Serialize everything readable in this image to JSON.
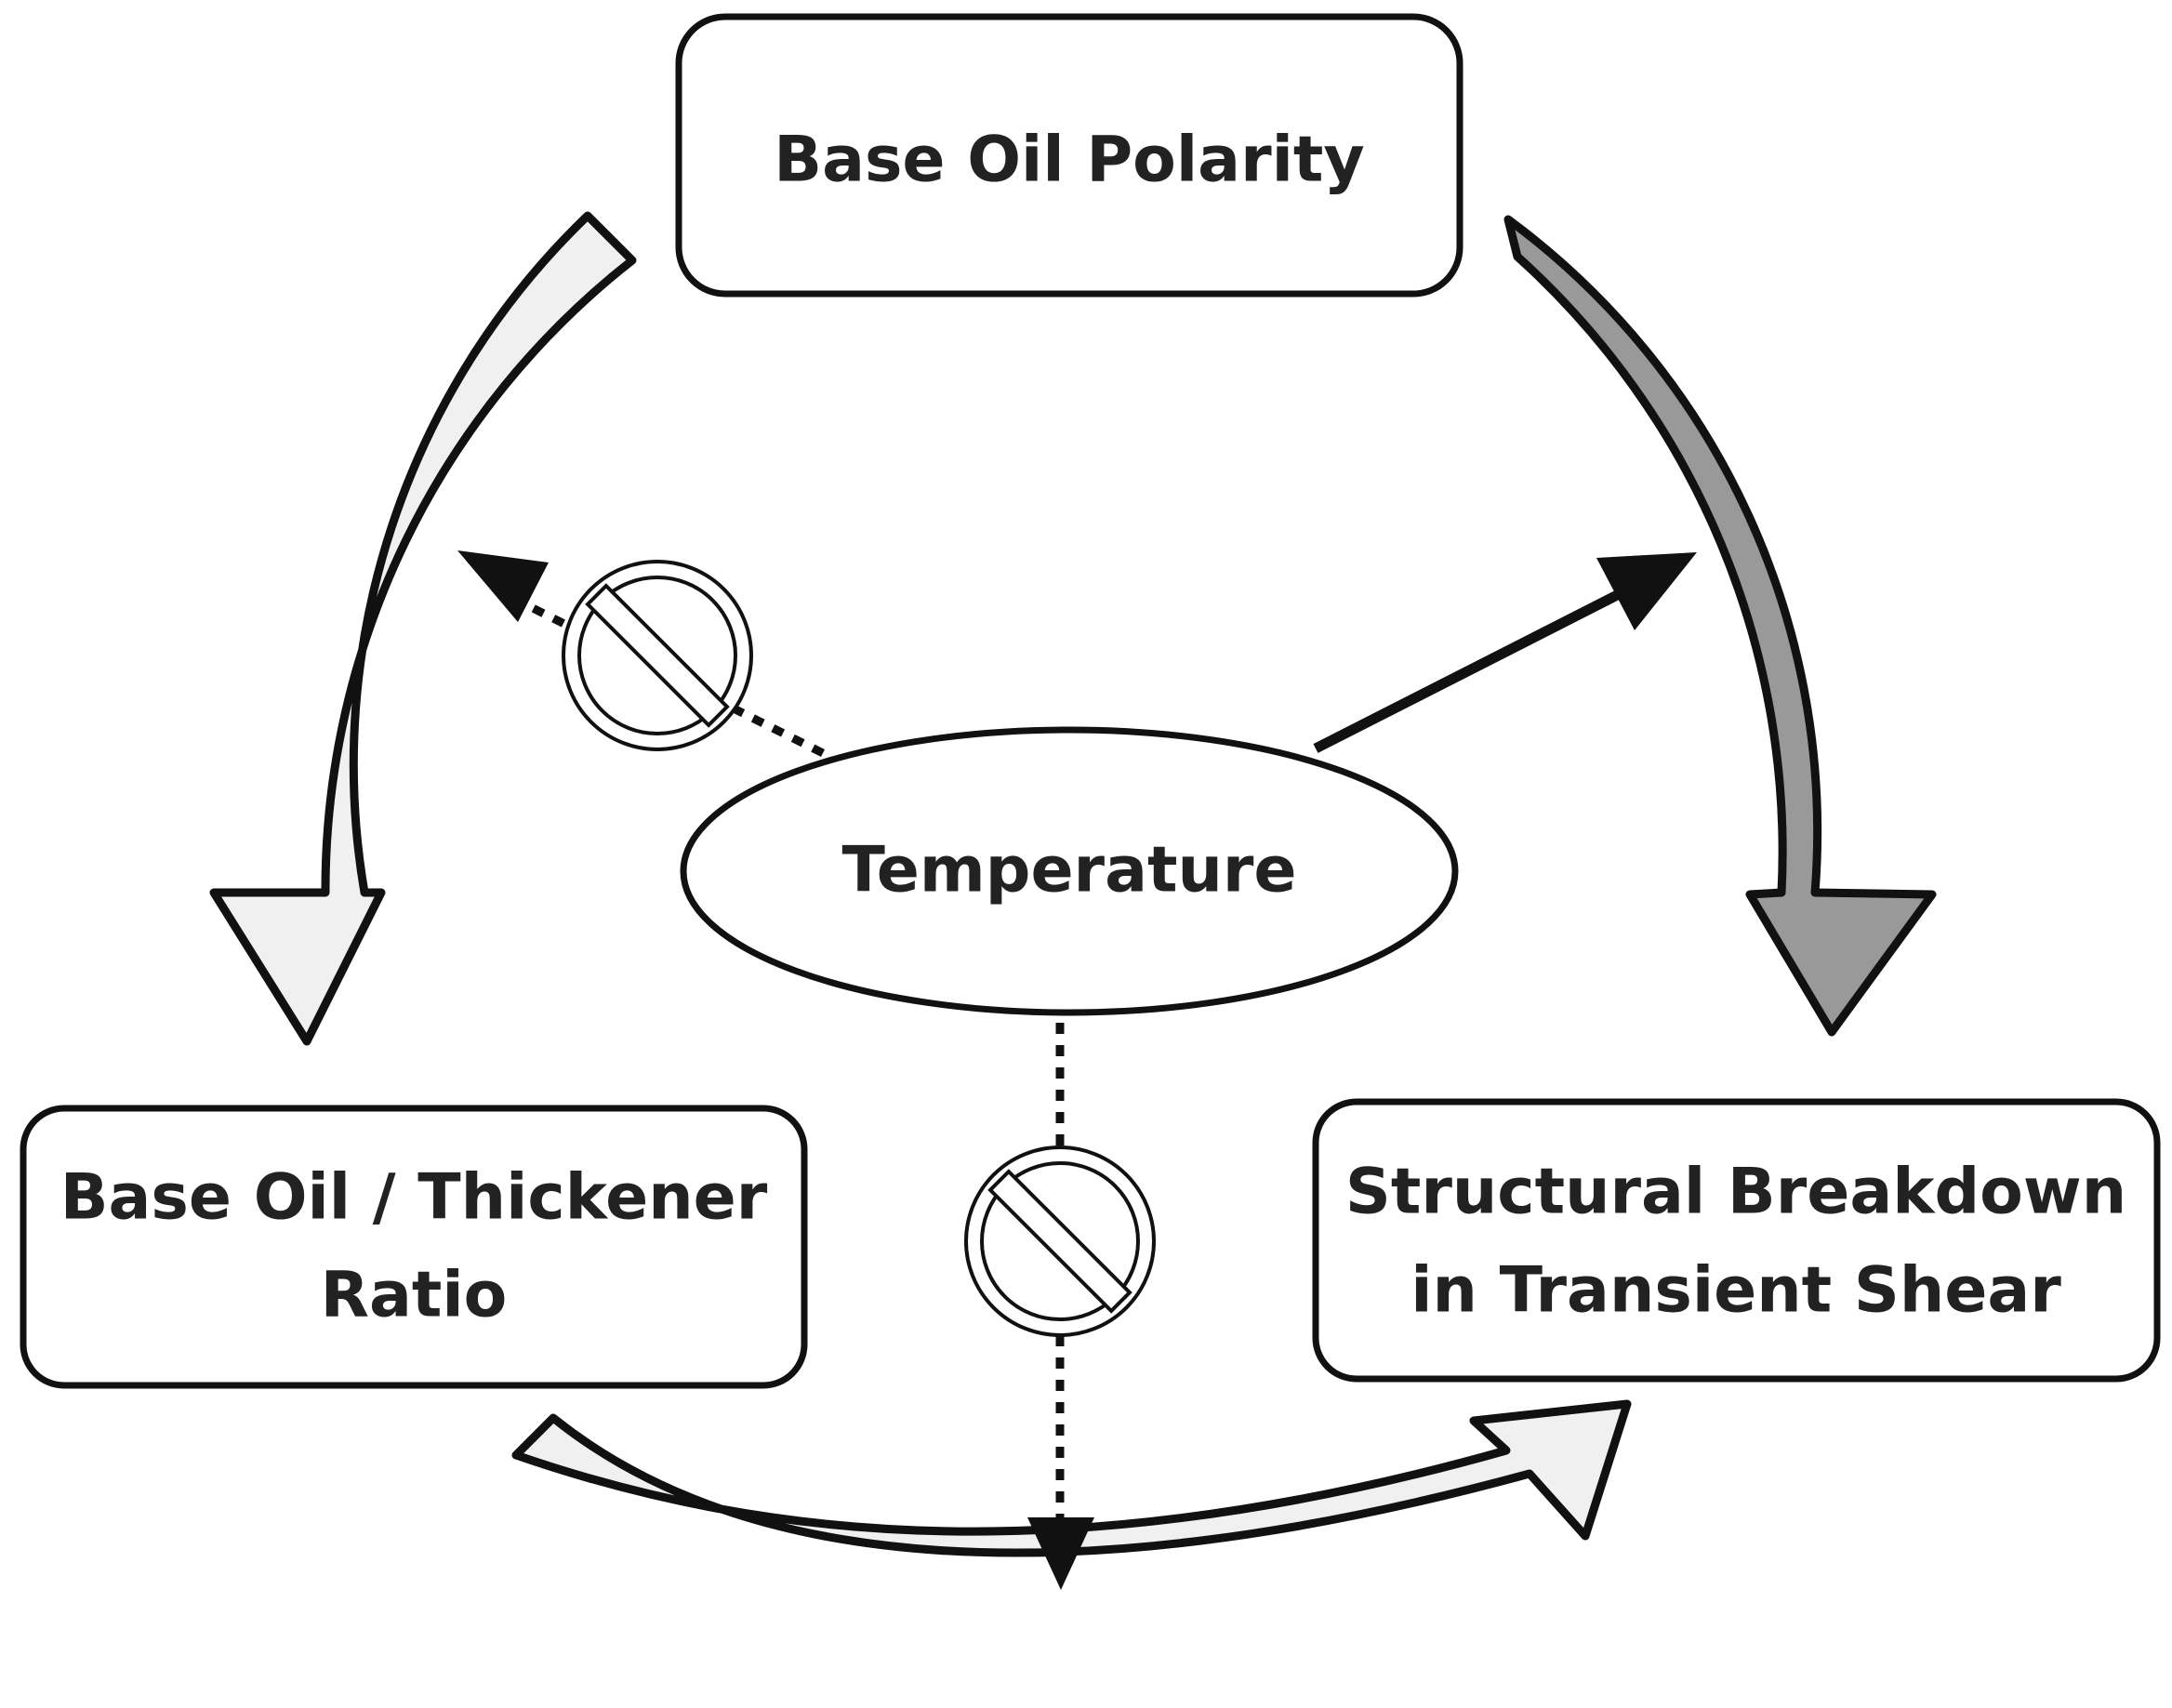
{
  "diagram": {
    "nodes": {
      "base_oil_polarity": {
        "label": "Base Oil Polarity"
      },
      "ratio": {
        "line1": "Base Oil / Thickener",
        "line2": "Ratio"
      },
      "structural_breakdown": {
        "line1": "Structural Breakdown",
        "line2": "in Transient Shear"
      },
      "temperature": {
        "label": "Temperature"
      }
    },
    "edges": [
      {
        "from": "Base Oil Polarity",
        "to": "Base Oil / Thickener Ratio",
        "style": "hollow-curved-arrow",
        "fill": "#f0f0f0"
      },
      {
        "from": "Base Oil Polarity",
        "to": "Structural Breakdown in Transient Shear",
        "style": "hollow-curved-arrow",
        "fill": "#999999"
      },
      {
        "from": "Base Oil / Thickener Ratio",
        "to": "Structural Breakdown in Transient Shear",
        "style": "hollow-curved-arrow",
        "fill": "#f0f0f0"
      },
      {
        "from": "Temperature",
        "to": "Base Oil Polarity → Base Oil / Thickener Ratio",
        "style": "dotted",
        "marker": "no-effect-icon"
      },
      {
        "from": "Temperature",
        "to": "Base Oil Polarity → Structural Breakdown in Transient Shear",
        "style": "solid"
      },
      {
        "from": "Temperature",
        "to": "Base Oil / Thickener Ratio → Structural Breakdown in Transient Shear",
        "style": "dotted",
        "marker": "no-effect-icon"
      }
    ],
    "colors": {
      "stroke": "#111111",
      "light_arrow": "#f0f0f0",
      "dark_arrow": "#999999",
      "text": "#222222"
    }
  }
}
